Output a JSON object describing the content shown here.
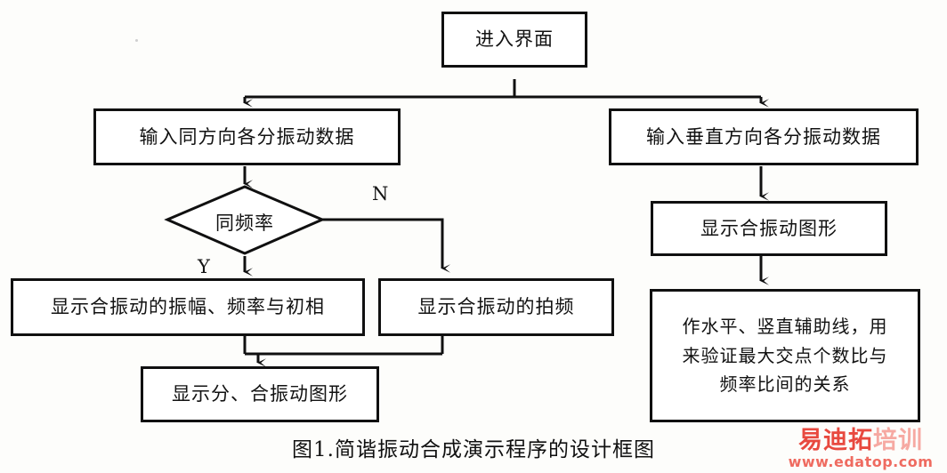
{
  "figure": {
    "caption": "图1.简谐振动合成演示程序的设计框图",
    "background_color": "#fdfdfb",
    "line_color": "#101010"
  },
  "nodes": {
    "start": {
      "label": "进入界面",
      "shape": "rect"
    },
    "input_same_direction": {
      "label": "输入同方向各分振动数据",
      "shape": "rect"
    },
    "input_perpendicular": {
      "label": "输入垂直方向各分振动数据",
      "shape": "rect"
    },
    "decision_same_frequency": {
      "label": "同频率",
      "shape": "diamond"
    },
    "show_amplitude_freq_phase": {
      "label": "显示合振动的振幅、频率与初相",
      "shape": "rect"
    },
    "show_beat_frequency": {
      "label": "显示合振动的拍频",
      "shape": "rect"
    },
    "show_component_and_resultant": {
      "label": "显示分、合振动图形",
      "shape": "rect"
    },
    "show_resultant_figure": {
      "label": "显示合振动图形",
      "shape": "rect"
    },
    "draw_auxiliary_lines": {
      "shape": "rect",
      "lines": [
        "作水平、竖直辅助线，用",
        "来验证最大交点个数比与",
        "频率比间的关系"
      ]
    }
  },
  "edge_labels": {
    "yes": "Y",
    "no": "N"
  },
  "watermark": {
    "text_cn_part1": "易迪拓",
    "text_cn_part2": "培训",
    "url": "www.edatop.com",
    "color_primary": "#e8493f",
    "color_secondary": "#f6a9a2"
  }
}
